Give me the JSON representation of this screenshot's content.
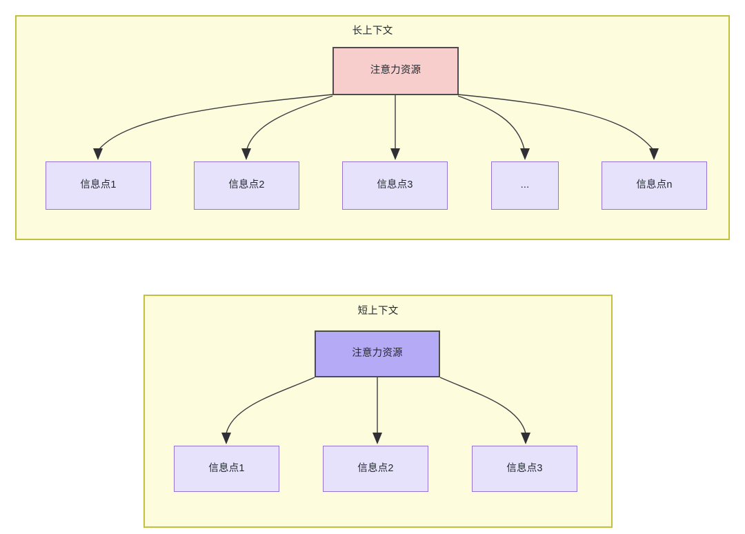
{
  "diagram": {
    "title_not_shown": false,
    "panels": [
      {
        "id": "long-context",
        "title": "长上下文",
        "root": {
          "label": "注意力资源",
          "fill": "#f8cecc",
          "border": "#4c4c4c"
        },
        "leaves": [
          {
            "label": "信息点1"
          },
          {
            "label": "信息点2"
          },
          {
            "label": "信息点3"
          },
          {
            "label": "..."
          },
          {
            "label": "信息点n"
          }
        ]
      },
      {
        "id": "short-context",
        "title": "短上下文",
        "root": {
          "label": "注意力资源",
          "fill": "#b5aaf5",
          "border": "#4c4c4c"
        },
        "leaves": [
          {
            "label": "信息点1"
          },
          {
            "label": "信息点2"
          },
          {
            "label": "信息点3"
          }
        ]
      }
    ],
    "colors": {
      "panel_fill": "#fdfcdc",
      "panel_border": "#c3bf3b",
      "leaf_fill": "#e6e2fb",
      "leaf_border": "#9673d3",
      "edge": "#3b3b42",
      "text": "#24292f"
    }
  }
}
